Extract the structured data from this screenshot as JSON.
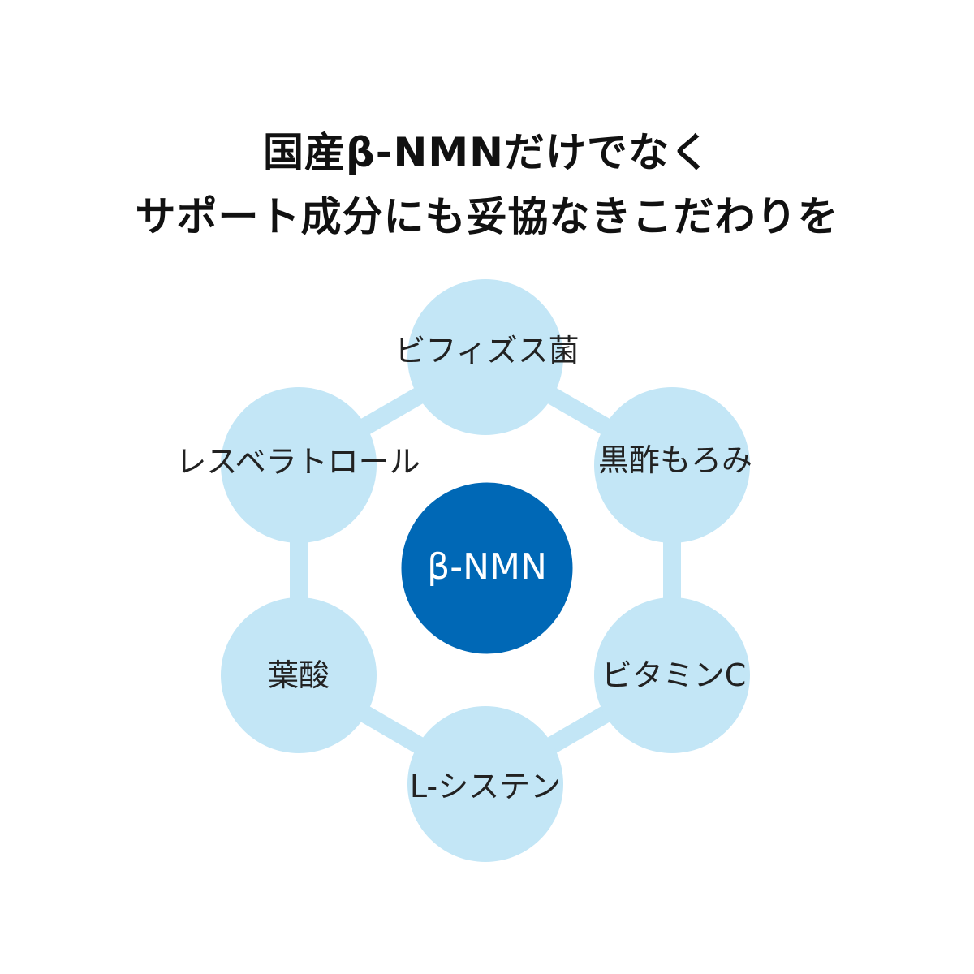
{
  "headline": {
    "line1": "国産β-NMNだけでなく",
    "line2": "サポート成分にも妥協なきこだわりを"
  },
  "diagram": {
    "center": "β-NMN",
    "ingredients": [
      "ビフィズス菌",
      "黒酢もろみ",
      "ビタミンC",
      "L-システン",
      "葉酸",
      "レスベラトロール"
    ]
  },
  "colors": {
    "satellite_fill": "#c3e6f6",
    "ring_stroke": "#c3e6f6",
    "center_fill": "#0068b6",
    "center_ring": "#ffffff",
    "text": "#222222"
  }
}
